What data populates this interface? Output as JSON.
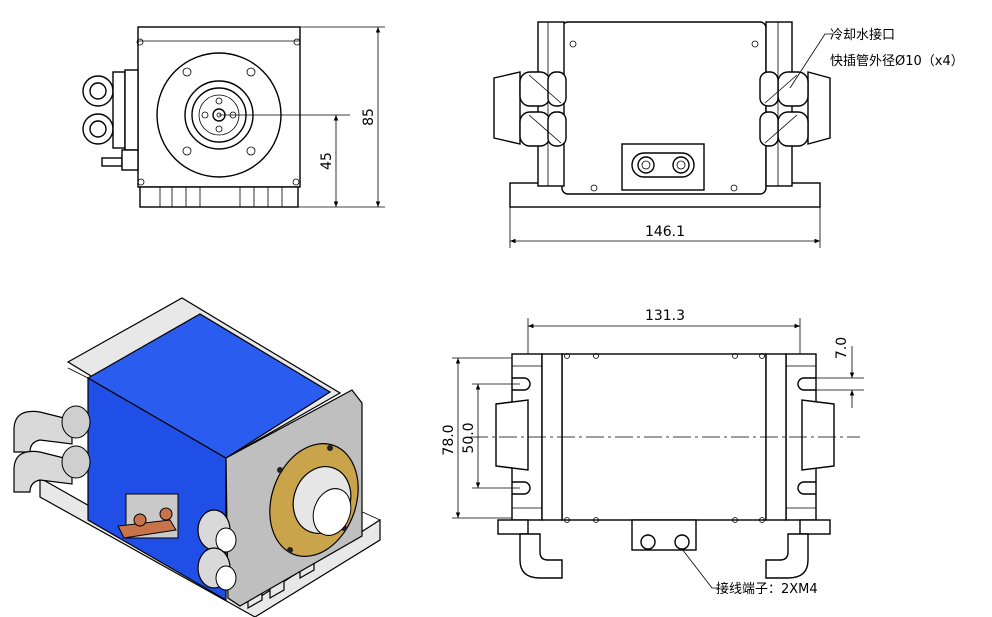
{
  "front_view": {
    "dim_height_total": "85",
    "dim_height_center": "45"
  },
  "top_view": {
    "dim_width": "146.1",
    "callout_line1": "冷却水接口",
    "callout_line2": "快插管外径Ø10（x4）"
  },
  "bottom_view": {
    "dim_width": "131.3",
    "dim_height_total": "78.0",
    "dim_height_inner": "50.0",
    "dim_slot": "7.0",
    "terminal_label": "接线端子：2XM4"
  },
  "iso_view": {
    "colors": {
      "body_blue": "#1f4fe6",
      "flange_gold": "#c9a44a",
      "copper": "#c8744a",
      "steel": "#c9c9c9"
    }
  }
}
